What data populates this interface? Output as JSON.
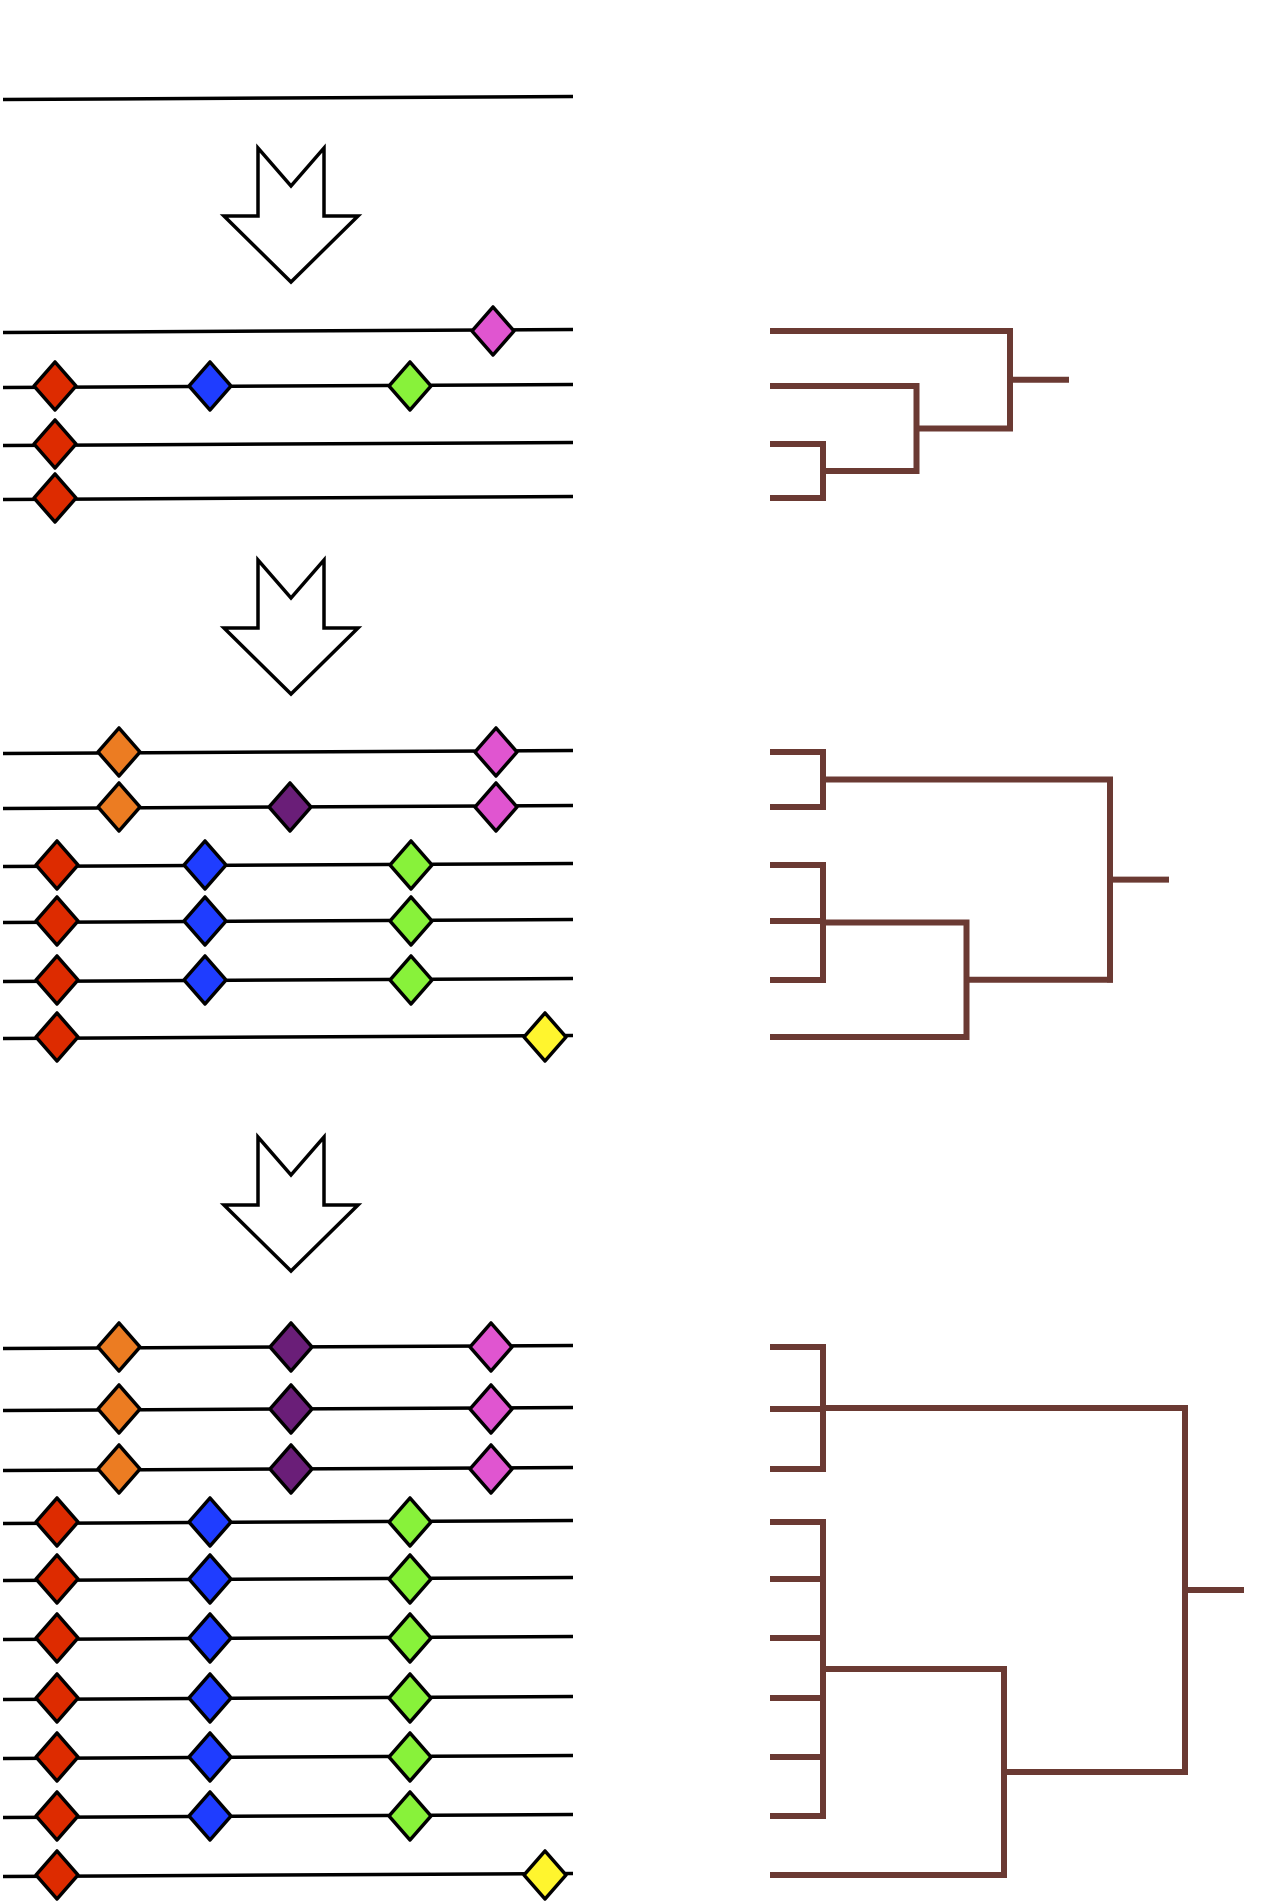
{
  "colors": {
    "line": "#000000",
    "tree": "#6b3a33",
    "arrow_fill": "#ffffff",
    "red": "#dd2b00",
    "blue": "#1f3dff",
    "green": "#88f23a",
    "pink": "#e055d0",
    "orange": "#ec7c22",
    "purple": "#6a1e78",
    "yellow": "#fff52e"
  },
  "stages": [
    {
      "id": "stage-0",
      "sequences": [
        {
          "mutations": []
        }
      ],
      "tree": null
    },
    {
      "id": "stage-1",
      "sequences": [
        {
          "mutations": [
            "pink"
          ]
        },
        {
          "mutations": [
            "red",
            "blue",
            "green"
          ]
        },
        {
          "mutations": [
            "red"
          ]
        },
        {
          "mutations": [
            "red"
          ]
        }
      ],
      "tree": {
        "children": [
          {
            "leaf": 0
          },
          {
            "children": [
              {
                "leaf": 1
              },
              {
                "children": [
                  {
                    "leaf": 2
                  },
                  {
                    "leaf": 3
                  }
                ]
              }
            ]
          }
        ]
      }
    },
    {
      "id": "stage-2",
      "sequences": [
        {
          "mutations": [
            "orange",
            "pink"
          ]
        },
        {
          "mutations": [
            "orange",
            "purple",
            "pink"
          ]
        },
        {
          "mutations": [
            "red",
            "blue",
            "green"
          ]
        },
        {
          "mutations": [
            "red",
            "blue",
            "green"
          ]
        },
        {
          "mutations": [
            "red",
            "blue",
            "green"
          ]
        },
        {
          "mutations": [
            "red",
            "yellow"
          ]
        }
      ],
      "tree": {
        "children": [
          {
            "children": [
              {
                "leaf": 0
              },
              {
                "leaf": 1
              }
            ]
          },
          {
            "children": [
              {
                "children": [
                  {
                    "leaf": 2
                  },
                  {
                    "leaf": 3
                  },
                  {
                    "leaf": 4
                  }
                ]
              },
              {
                "leaf": 5
              }
            ]
          }
        ]
      }
    },
    {
      "id": "stage-3",
      "sequences": [
        {
          "mutations": [
            "orange",
            "purple",
            "pink"
          ]
        },
        {
          "mutations": [
            "orange",
            "purple",
            "pink"
          ]
        },
        {
          "mutations": [
            "orange",
            "purple",
            "pink"
          ]
        },
        {
          "mutations": [
            "red",
            "blue",
            "green"
          ]
        },
        {
          "mutations": [
            "red",
            "blue",
            "green"
          ]
        },
        {
          "mutations": [
            "red",
            "blue",
            "green"
          ]
        },
        {
          "mutations": [
            "red",
            "blue",
            "green"
          ]
        },
        {
          "mutations": [
            "red",
            "blue",
            "green"
          ]
        },
        {
          "mutations": [
            "red",
            "blue",
            "green"
          ]
        },
        {
          "mutations": [
            "red",
            "yellow"
          ]
        }
      ],
      "tree": {
        "children": [
          {
            "children": [
              {
                "leaf": 0
              },
              {
                "leaf": 1
              },
              {
                "leaf": 2
              }
            ]
          },
          {
            "children": [
              {
                "children": [
                  {
                    "leaf": 3
                  },
                  {
                    "leaf": 4
                  },
                  {
                    "leaf": 5
                  },
                  {
                    "leaf": 6
                  },
                  {
                    "leaf": 7
                  },
                  {
                    "leaf": 8
                  }
                ]
              },
              {
                "leaf": 9
              }
            ]
          }
        ]
      }
    }
  ]
}
